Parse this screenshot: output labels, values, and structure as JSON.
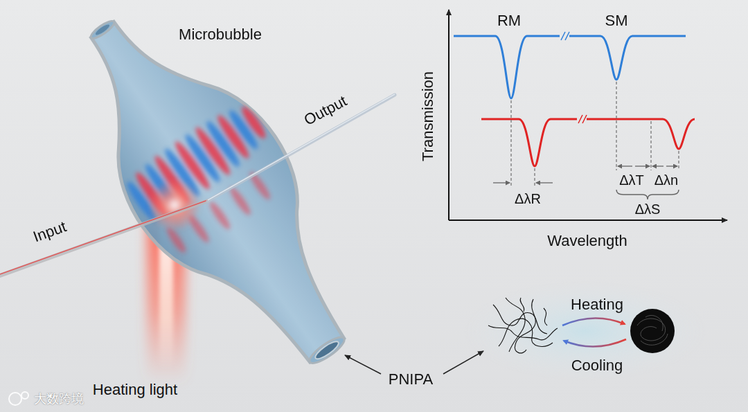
{
  "diagram": {
    "labels": [
      "Microbubble",
      "Output",
      "Input",
      "Heating light",
      "PNIPA",
      "RM",
      "SM",
      "Transmission",
      "Wavelength",
      "ΔλR",
      "ΔλT",
      "Δλn",
      "ΔλS",
      "Heating",
      "Cooling",
      "大数跨境"
    ]
  }
}
